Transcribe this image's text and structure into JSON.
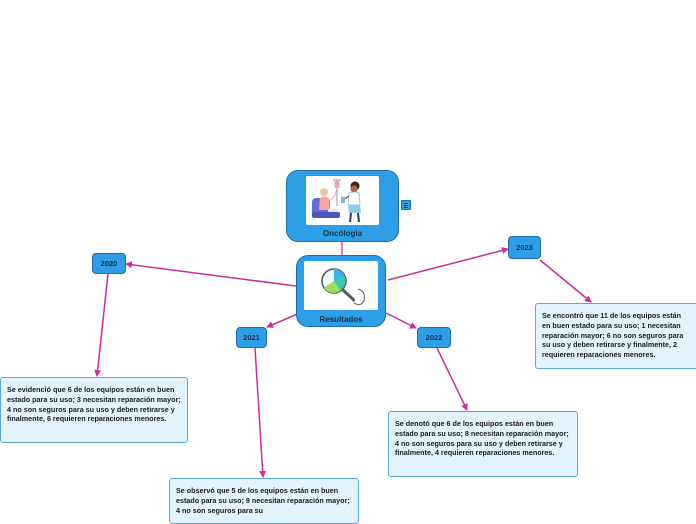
{
  "root": {
    "label": "Oncólogia",
    "image_icon": "nurse-patient-chemotherapy-illustration"
  },
  "center": {
    "label": "Resultados",
    "image_icon": "magnifying-glass-chart-illustration"
  },
  "notes_icon": "notes-menu-icon",
  "colors": {
    "node": "#2e9fe6",
    "node_border": "#1d6fa8",
    "link": "#cc2d9e",
    "note_bg": "#e3f3fd",
    "note_border": "#5ba8d8"
  },
  "years": [
    {
      "id": "2020",
      "label": "2020",
      "note": "Se evidenció que 6 de los equipos están en buen estado para su uso; 3 necesitan reparación mayor; 4 no son seguros para su uso y deben retirarse y finalmente, 6 requieren reparaciones menores."
    },
    {
      "id": "2021",
      "label": "2021",
      "note": "Se observó que 5 de los equipos están en buen estado para su uso; 9 necesitan reparación mayor; 4 no son seguros para su"
    },
    {
      "id": "2022",
      "label": "2022",
      "note": "Se denotó que 6 de los equipos están en buen estado para su uso; 8 necesitan reparación mayor; 4 no son seguros para su uso y deben retirarse y finalmente, 4 requieren reparaciones menores."
    },
    {
      "id": "2023",
      "label": "2023",
      "note": "Se encontró que 11 de los equipos están en buen estado para su uso; 1 necesitan reparación mayor; 6 no son seguros para su uso y deben retirarse y finalmente, 2 requieren reparaciones menores."
    }
  ]
}
